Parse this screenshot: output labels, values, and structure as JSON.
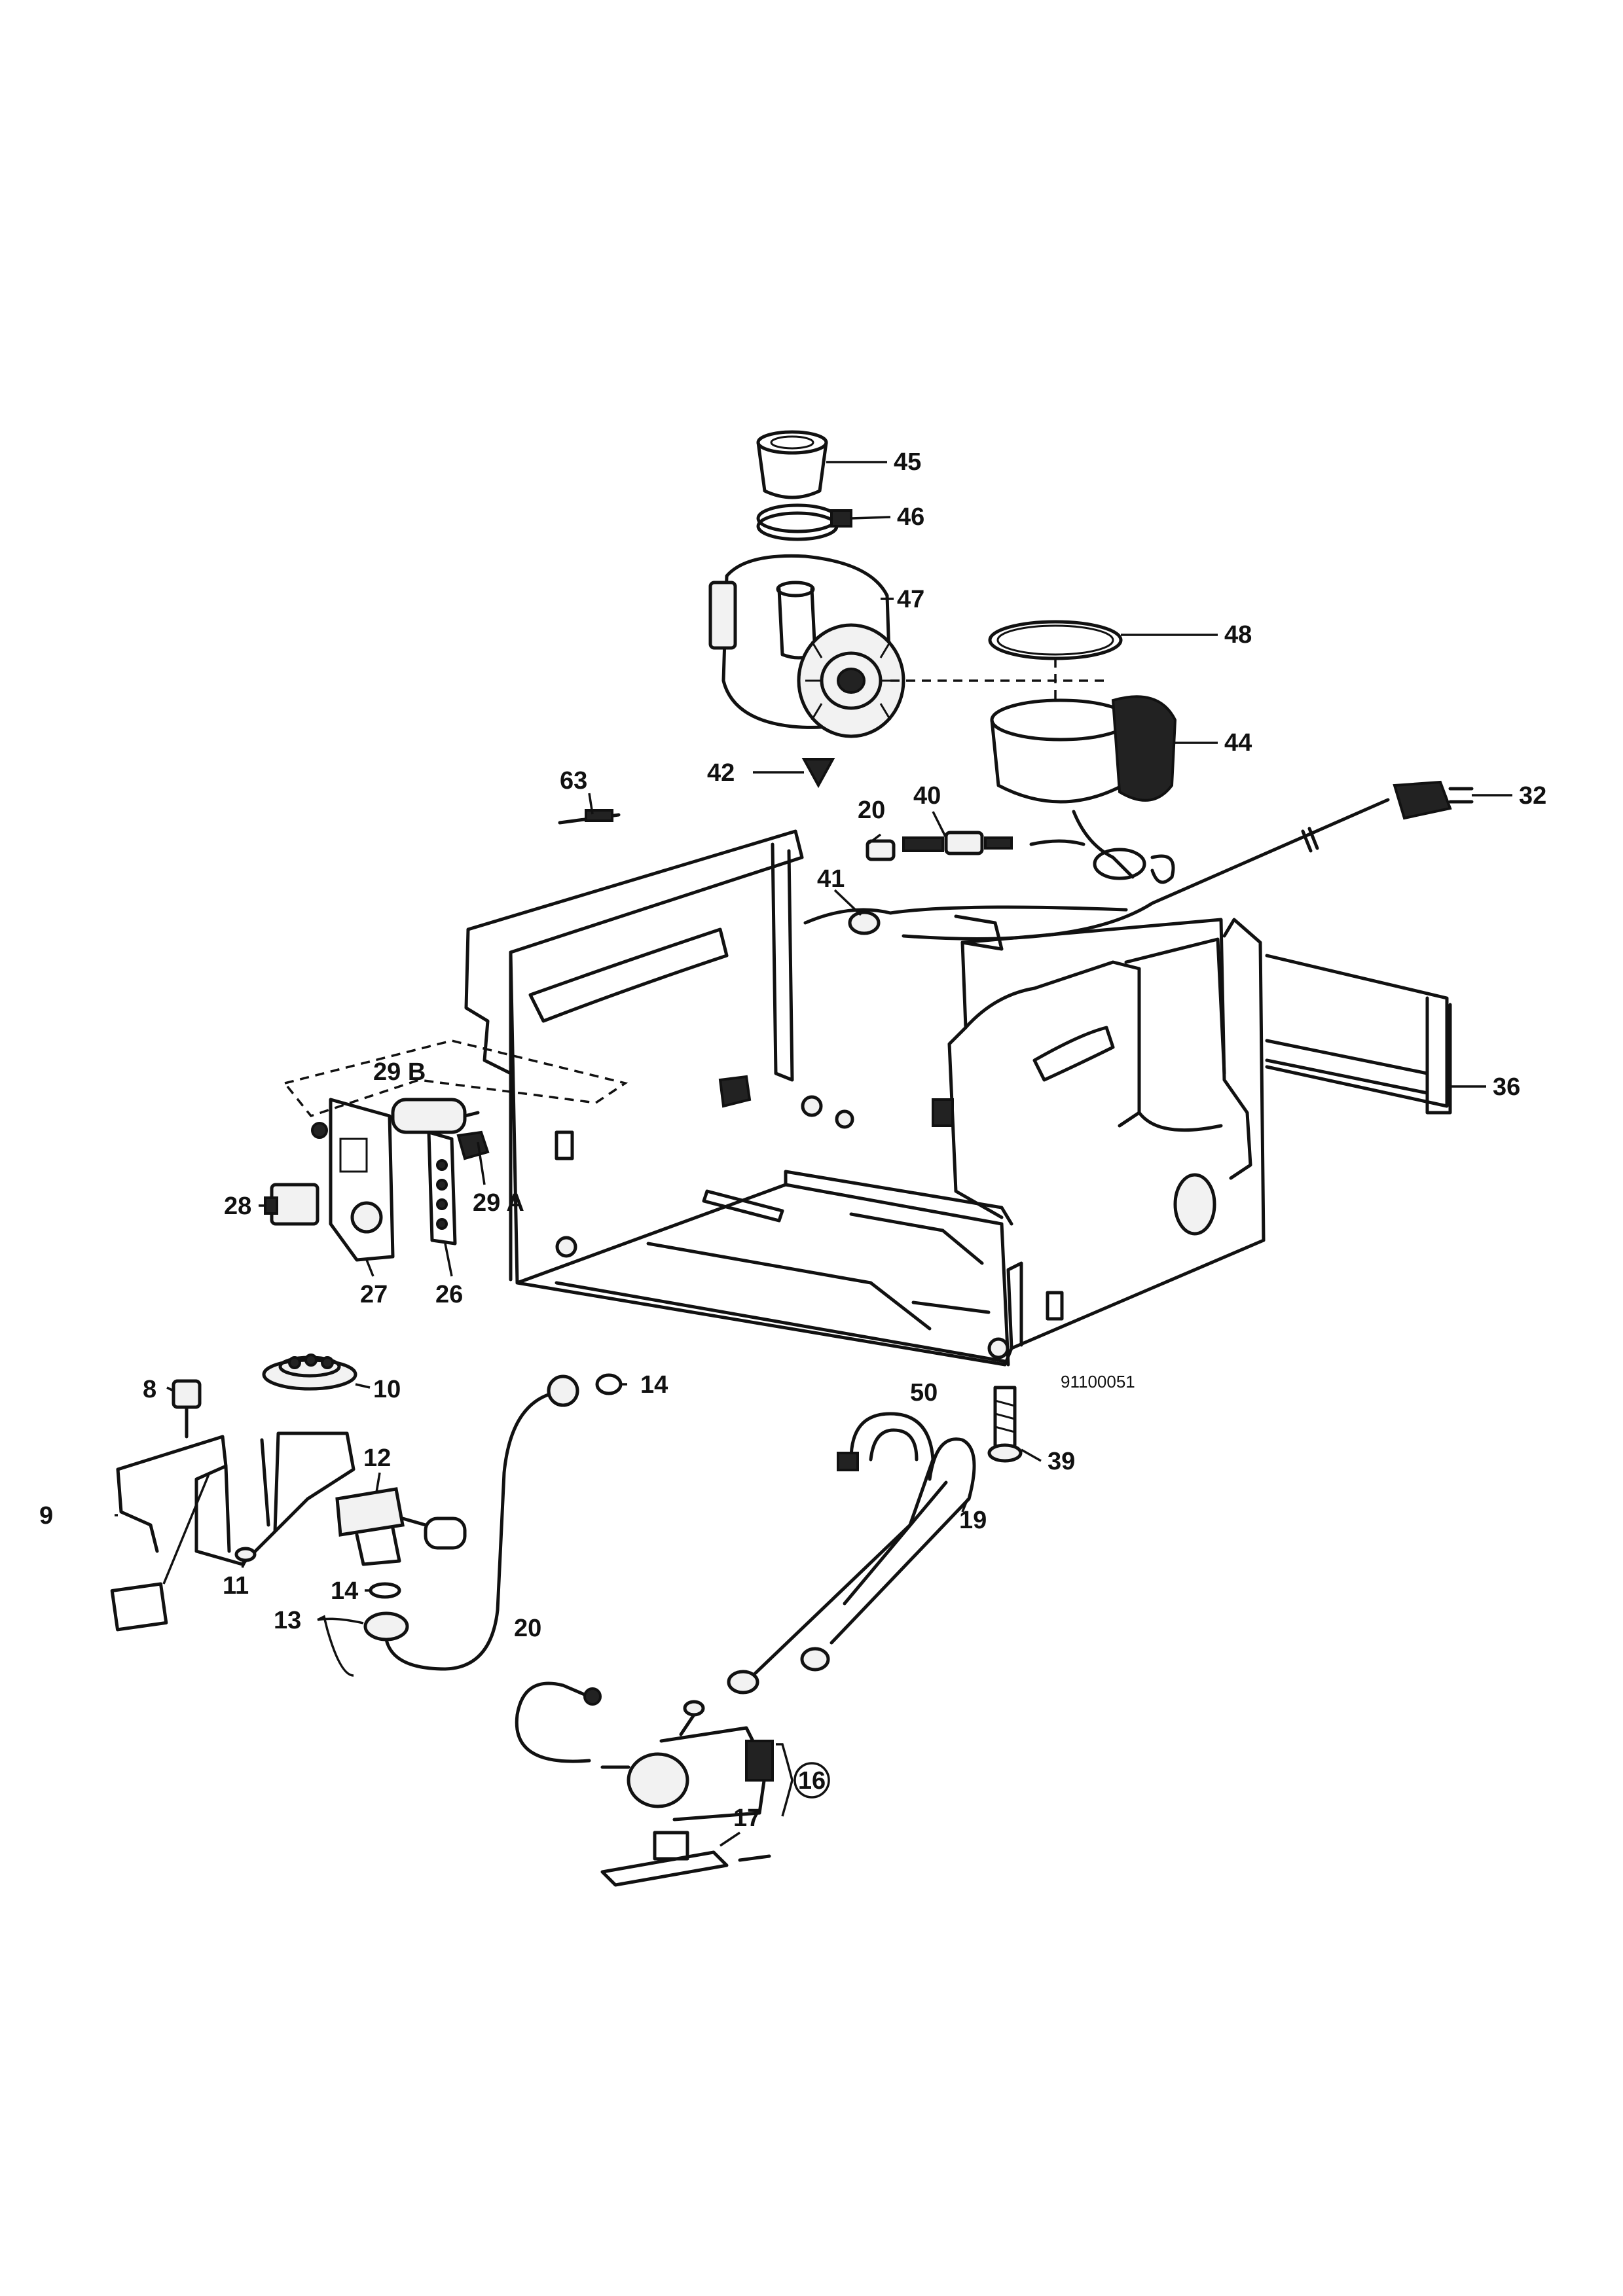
{
  "diagram_code": "91100051",
  "callouts": [
    {
      "id": "c45",
      "label": "45"
    },
    {
      "id": "c46",
      "label": "46"
    },
    {
      "id": "c47",
      "label": "47"
    },
    {
      "id": "c48",
      "label": "48"
    },
    {
      "id": "c44",
      "label": "44"
    },
    {
      "id": "c42",
      "label": "42"
    },
    {
      "id": "c32",
      "label": "32"
    },
    {
      "id": "c63",
      "label": "63"
    },
    {
      "id": "c20a",
      "label": "20"
    },
    {
      "id": "c40",
      "label": "40"
    },
    {
      "id": "c41",
      "label": "41"
    },
    {
      "id": "c36",
      "label": "36"
    },
    {
      "id": "c29b",
      "label": "29 B"
    },
    {
      "id": "c29a",
      "label": "29 A"
    },
    {
      "id": "c28",
      "label": "28"
    },
    {
      "id": "c27",
      "label": "27"
    },
    {
      "id": "c26",
      "label": "26"
    },
    {
      "id": "c8",
      "label": "8"
    },
    {
      "id": "c10",
      "label": "10"
    },
    {
      "id": "c14a",
      "label": "14"
    },
    {
      "id": "c12",
      "label": "12"
    },
    {
      "id": "c9",
      "label": "9"
    },
    {
      "id": "c11",
      "label": "11"
    },
    {
      "id": "c14b",
      "label": "14"
    },
    {
      "id": "c13",
      "label": "13"
    },
    {
      "id": "c50",
      "label": "50"
    },
    {
      "id": "c39",
      "label": "39"
    },
    {
      "id": "c19",
      "label": "19"
    },
    {
      "id": "c20b",
      "label": "20"
    },
    {
      "id": "c16",
      "label": "16"
    },
    {
      "id": "c17",
      "label": "17"
    }
  ]
}
